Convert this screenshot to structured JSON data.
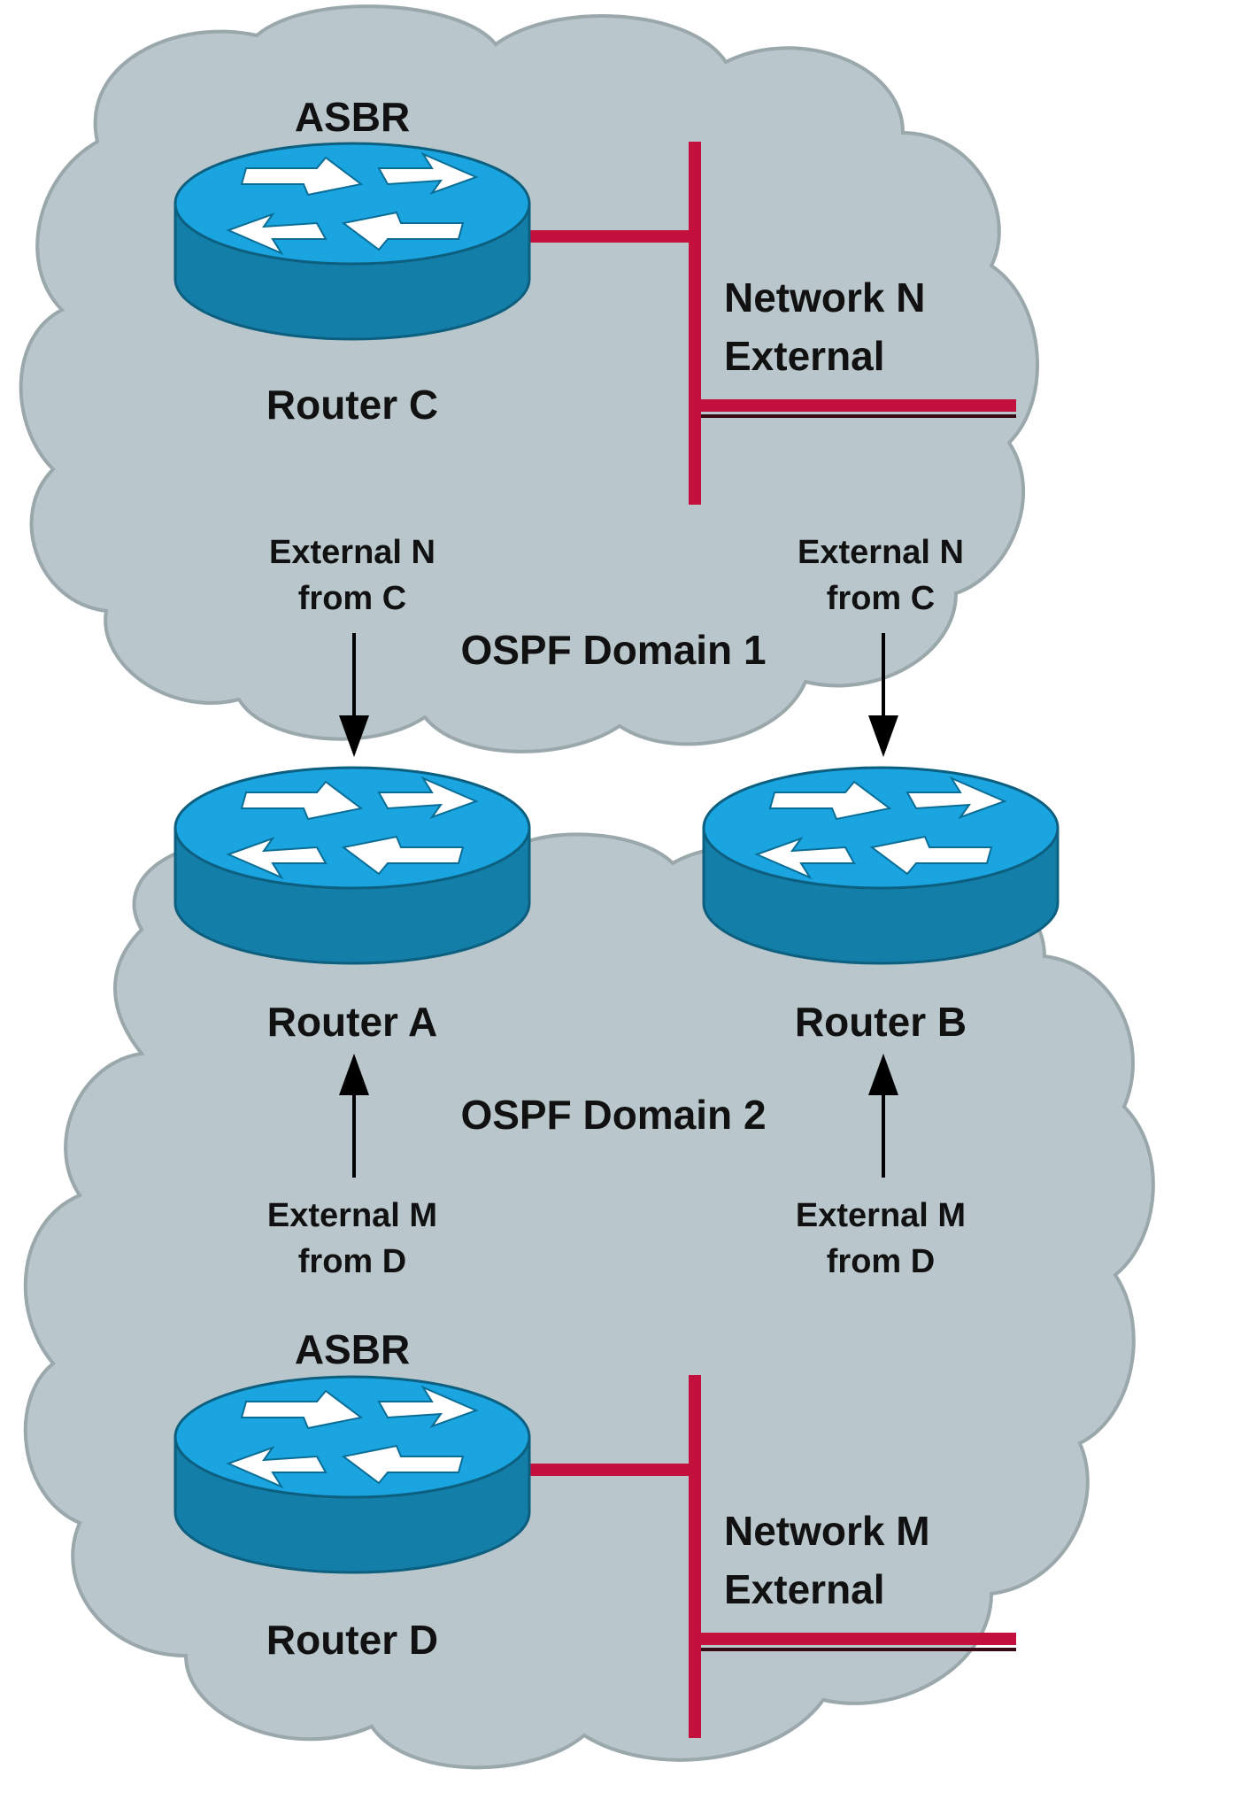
{
  "colors": {
    "cloud_fill": "#b9c7cc",
    "cloud_stroke": "#9aa7ab",
    "router_top": "#1aa5e0",
    "router_side": "#137ea8",
    "network_line": "#c4103c",
    "arrow": "#000000",
    "text": "#111111"
  },
  "domains": [
    {
      "id": "domain1",
      "label": "OSPF Domain 1"
    },
    {
      "id": "domain2",
      "label": "OSPF Domain 2"
    }
  ],
  "routers": [
    {
      "id": "C",
      "role": "ASBR",
      "name": "Router C"
    },
    {
      "id": "A",
      "role": "",
      "name": "Router A"
    },
    {
      "id": "B",
      "role": "",
      "name": "Router B"
    },
    {
      "id": "D",
      "role": "ASBR",
      "name": "Router D"
    }
  ],
  "networks": [
    {
      "id": "N",
      "line1": "Network N",
      "line2": "External"
    },
    {
      "id": "M",
      "line1": "Network M",
      "line2": "External"
    }
  ],
  "flows": [
    {
      "id": "flow-n-to-a",
      "line1": "External N",
      "line2": "from C",
      "direction": "down",
      "to": "Router A"
    },
    {
      "id": "flow-n-to-b",
      "line1": "External N",
      "line2": "from C",
      "direction": "down",
      "to": "Router B"
    },
    {
      "id": "flow-m-to-a",
      "line1": "External M",
      "line2": "from D",
      "direction": "up",
      "to": "Router A"
    },
    {
      "id": "flow-m-to-b",
      "line1": "External M",
      "line2": "from D",
      "direction": "up",
      "to": "Router B"
    }
  ]
}
